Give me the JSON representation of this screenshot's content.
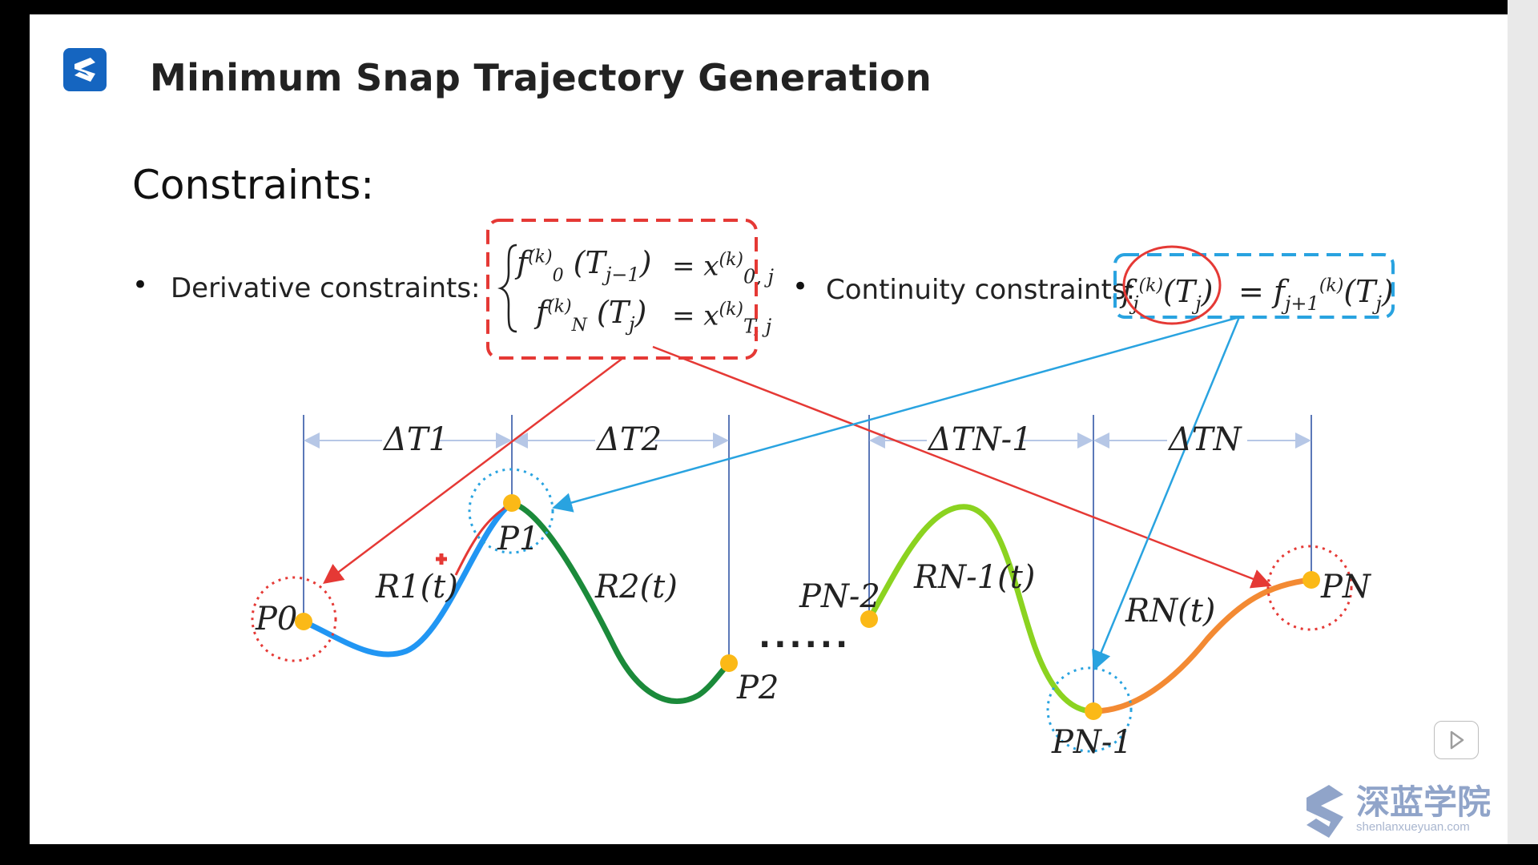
{
  "slide": {
    "title": "Minimum Snap Trajectory Generation",
    "section_heading": "Constraints:",
    "bullets": {
      "derivative_label": "Derivative constraints:",
      "continuity_label": "Continuity constraints:"
    }
  },
  "equations": {
    "derivative_row1_lhs": "f",
    "derivative_row1_args": "(T",
    "derivative_row1_rhs": "= x",
    "derivative_row2_lhs": "f",
    "derivative_row2_args": "(T",
    "derivative_row2_rhs": "= x",
    "continuity_lhs": "f",
    "continuity_rhs": "= f"
  },
  "diagram": {
    "intervals": [
      "ΔT1",
      "ΔT2",
      "ΔTN-1",
      "ΔTN"
    ],
    "points": [
      "P0",
      "P1",
      "P2",
      "PN-2",
      "PN-1",
      "PN"
    ],
    "segments": [
      "R1(t)",
      "R2(t)",
      "RN-1(t)",
      "RN(t)"
    ],
    "ellipsis": "......"
  },
  "watermark": {
    "name": "深蓝学院",
    "url": "shenlanxueyuan.com"
  },
  "colors": {
    "derivative_box": "#e53935",
    "continuity_box": "#29a3e0",
    "point": "#fbb917",
    "seg1": "#2196f3",
    "seg2": "#1b8a3a",
    "seg3": "#8bd320",
    "seg4": "#f38a33",
    "guide": "#5b78b8",
    "interval_arrow": "#b6c7e6"
  }
}
